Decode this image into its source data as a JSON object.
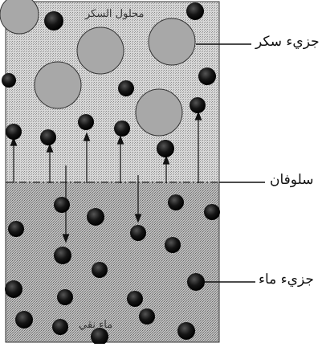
{
  "labels": {
    "sugar_solution": "محلول السكر",
    "pure_water": "ماء نقي",
    "sugar_molecule": "جزيء سكر",
    "cellophane": "سلوفان",
    "water_molecule": "جزيء ماء"
  },
  "colors": {
    "sugar_region": "#cfcfcf",
    "water_region": "#b3b3b3",
    "sugar_molecule": "#a3a3a3",
    "water_molecule": "#111111",
    "line": "#111111"
  }
}
